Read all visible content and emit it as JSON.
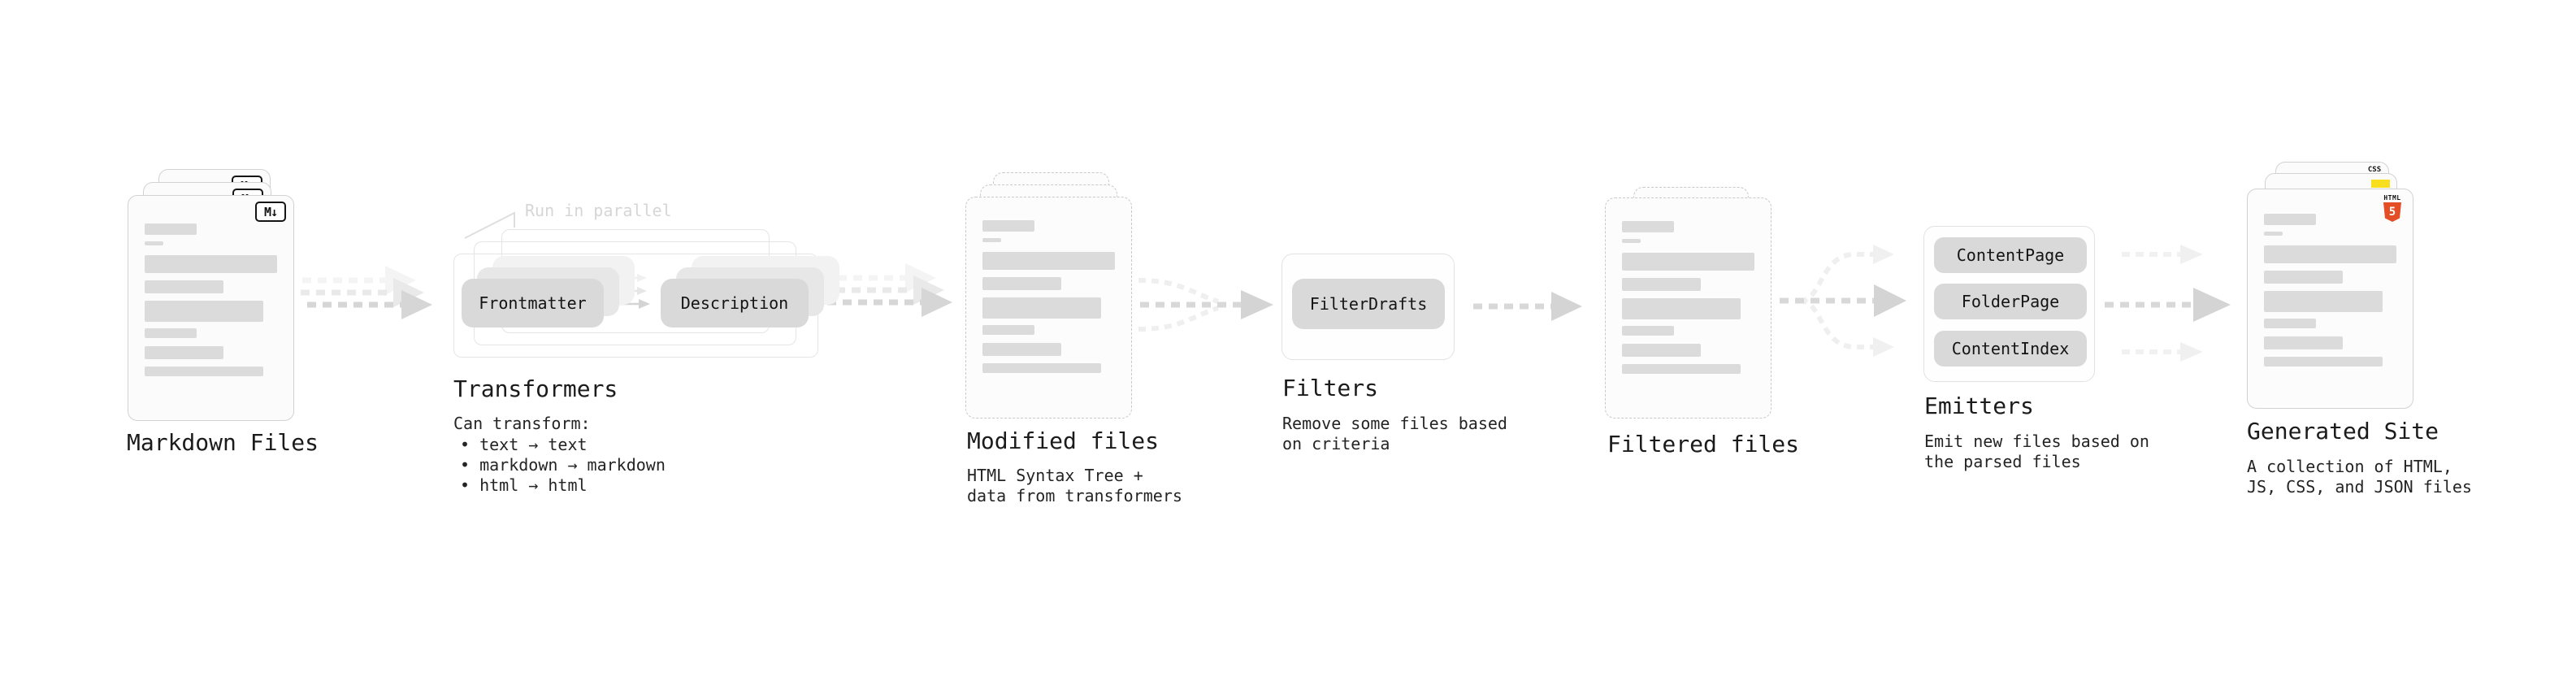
{
  "nodes": {
    "markdown_files": {
      "label": "Markdown Files",
      "badge": "M↓"
    },
    "transformers": {
      "label": "Transformers",
      "annotation": "Run in parallel",
      "pills": [
        "Frontmatter",
        "Description"
      ],
      "note_title": "Can transform:",
      "bullets": [
        "• text → text",
        "• markdown → markdown",
        "• html → html"
      ]
    },
    "modified_files": {
      "label": "Modified files",
      "note_lines": [
        "HTML Syntax Tree +",
        "data from transformers"
      ]
    },
    "filters": {
      "label": "Filters",
      "pills": [
        "FilterDrafts"
      ],
      "note_lines": [
        "Remove some files based",
        "on criteria"
      ]
    },
    "filtered_files": {
      "label": "Filtered files"
    },
    "emitters": {
      "label": "Emitters",
      "pills": [
        "ContentPage",
        "FolderPage",
        "ContentIndex"
      ],
      "note_lines": [
        "Emit new files based on",
        "the parsed files"
      ]
    },
    "generated_site": {
      "label": "Generated Site",
      "note_lines": [
        "A collection of HTML,",
        "JS, CSS, and JSON files"
      ],
      "badges": {
        "css_label": "CSS",
        "html_label": "HTML",
        "html_numeral": "5"
      }
    }
  },
  "colors": {
    "html5_orange": "#e44d26",
    "js_yellow": "#f7df1e",
    "css_blue": "#264de4",
    "arrow_gray": "#d6d6d6",
    "pill_gray": "#d9d9d9"
  }
}
